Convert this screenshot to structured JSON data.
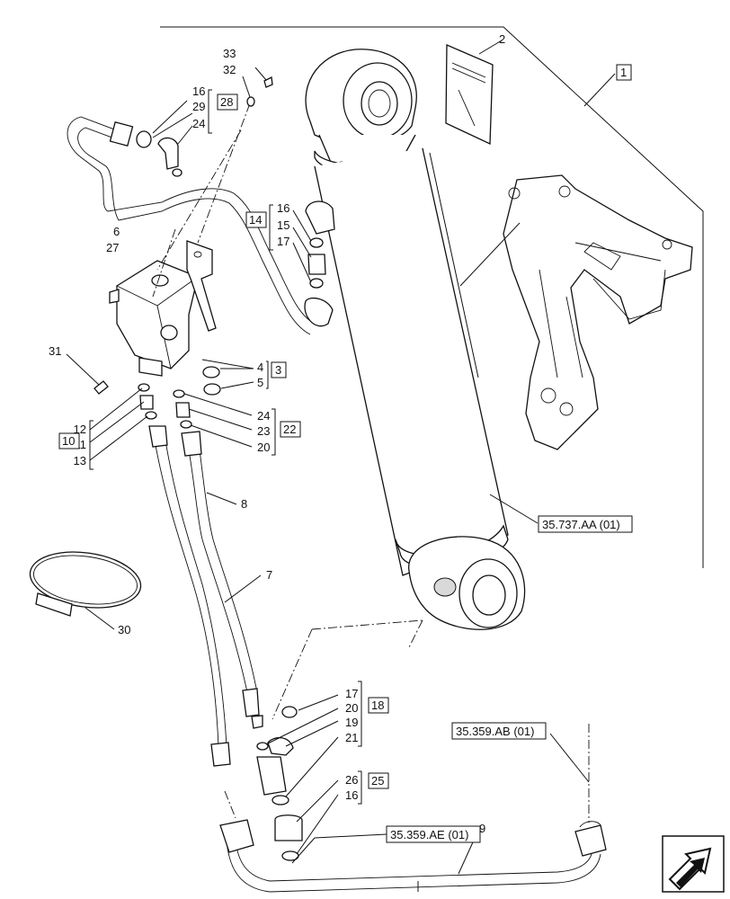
{
  "callouts": {
    "c1": "1",
    "c2": "2",
    "c3": "3",
    "c4": "4",
    "c5": "5",
    "c6": "6",
    "c7": "7",
    "c8": "8",
    "c9": "9",
    "c10": "10",
    "c11": "11",
    "c12": "12",
    "c13": "13",
    "c14": "14",
    "c15": "15",
    "c16a": "16",
    "c16b": "16",
    "c16c": "16",
    "c17a": "17",
    "c17b": "17",
    "c18": "18",
    "c19": "19",
    "c20a": "20",
    "c20b": "20",
    "c21": "21",
    "c22": "22",
    "c23": "23",
    "c24a": "24",
    "c24b": "24",
    "c25": "25",
    "c26": "26",
    "c27": "27",
    "c28": "28",
    "c29": "29",
    "c30": "30",
    "c31": "31",
    "c32": "32",
    "c33": "33"
  },
  "references": {
    "cylinder_ref": "35.737.AA (01)",
    "ab_ref": "35.359.AB (01)",
    "ae_ref": "35.359.AE (01)"
  },
  "icons": {
    "nav": "arrow-navigation-icon"
  }
}
